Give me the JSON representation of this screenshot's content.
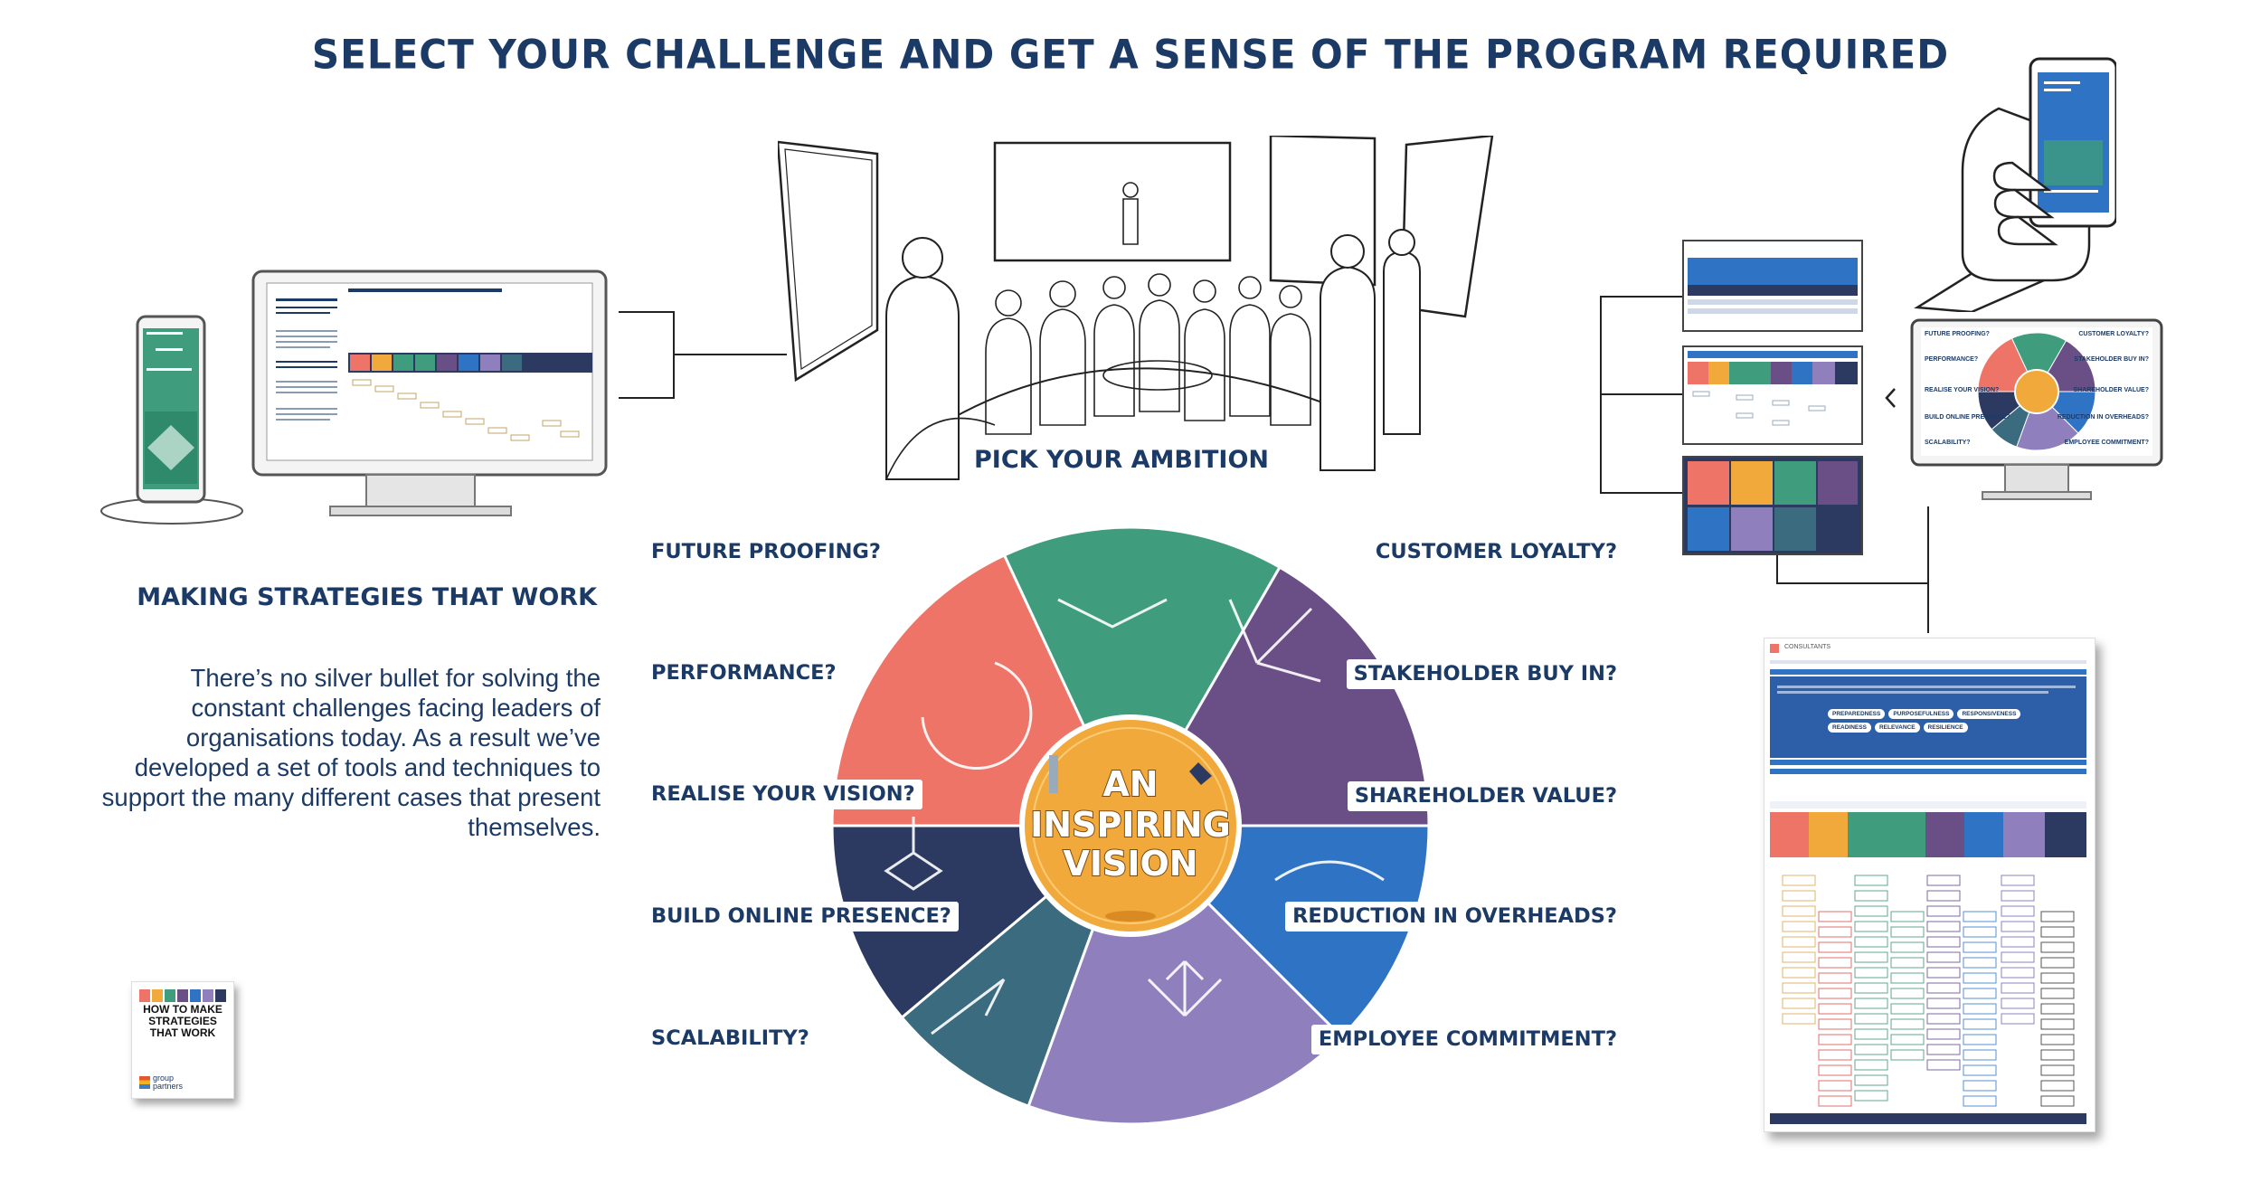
{
  "page": {
    "title": "SELECT YOUR CHALLENGE AND GET A SENSE OF THE PROGRAM REQUIRED",
    "pick_heading": "PICK YOUR AMBITION",
    "left_heading": "MAKING STRATEGIES THAT WORK",
    "intro": "There’s no silver bullet for solving the constant challenges facing leaders of organisations today. As a result we’ve developed a set of tools and techniques to support the many different cases that present themselves."
  },
  "wheel": {
    "center_line1": "AN",
    "center_line2": "INSPIRING",
    "center_line3": "VISION",
    "colors": {
      "salmon": "#ee7468",
      "green": "#3f9c7d",
      "purple": "#6a4e86",
      "blue": "#2f73c4",
      "lavender": "#8f80bd",
      "teal": "#3a6b7e",
      "navy": "#2c3a62",
      "center": "#f2a93b"
    }
  },
  "ambitions_left": [
    "FUTURE PROOFING?",
    "PERFORMANCE?",
    "REALISE YOUR VISION?",
    "BUILD ONLINE PRESENCE?",
    "SCALABILITY?"
  ],
  "ambitions_right": [
    "CUSTOMER LOYALTY?",
    "STAKEHOLDER BUY IN?",
    "SHAREHOLDER VALUE?",
    "REDUCTION IN OVERHEADS?",
    "EMPLOYEE COMMITMENT?"
  ],
  "monitor_right": {
    "left": [
      "FUTURE PROOFING?",
      "PERFORMANCE?",
      "REALISE YOUR VISION?",
      "BUILD ONLINE PRESENCE?",
      "SCALABILITY?"
    ],
    "right": [
      "CUSTOMER LOYALTY?",
      "STAKEHOLDER BUY IN?",
      "SHAREHOLDER VALUE?",
      "REDUCTION IN OVERHEADS?",
      "EMPLOYEE COMMITMENT?"
    ]
  },
  "book": {
    "line1": "HOW TO MAKE",
    "line2": "STRATEGIES",
    "line3": "THAT WORK",
    "brand1": "group",
    "brand2": "partners"
  },
  "document": {
    "header": "CONSULTANTS",
    "banner_items": [
      "PREPAREDNESS",
      "PURPOSEFULNESS",
      "RESPONSIVENESS",
      "READINESS",
      "RELEVANCE",
      "RESILIENCE"
    ]
  }
}
